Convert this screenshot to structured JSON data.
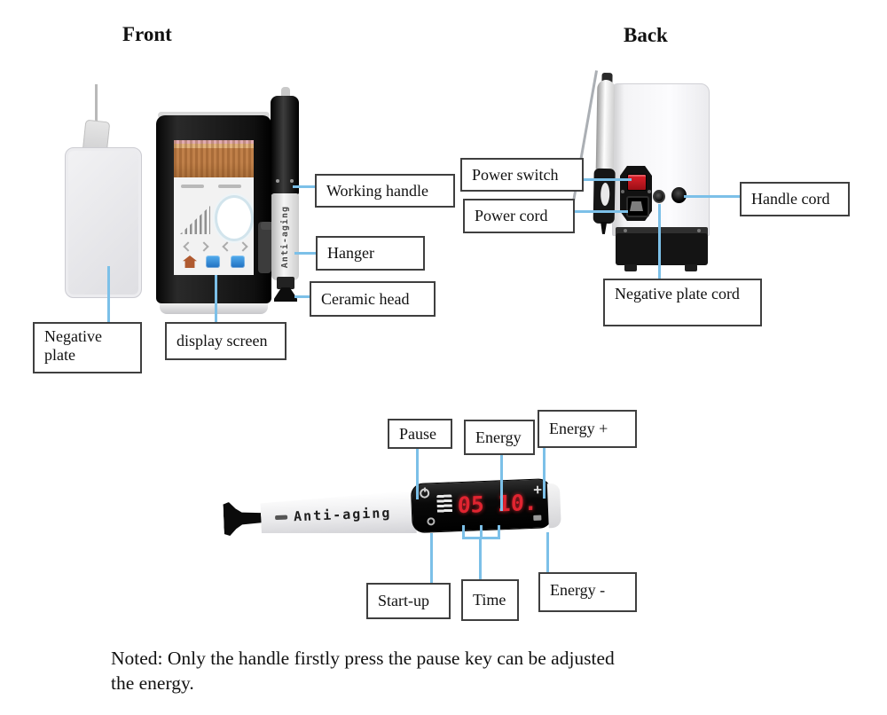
{
  "front": {
    "heading": "Front",
    "labels": {
      "working_handle": "Working handle",
      "hanger": "Hanger",
      "ceramic_head": "Ceramic head",
      "negative_plate": "Negative plate",
      "display_screen": "display screen"
    }
  },
  "back": {
    "heading": "Back",
    "labels": {
      "power_switch": "Power switch",
      "power_cord": "Power cord",
      "handle_cord": "Handle cord",
      "negative_plate_cord": "Negative plate cord"
    }
  },
  "device": {
    "brand": "Anti-aging",
    "display_value": "05 10.",
    "plus_glyph": "+"
  },
  "handle_detail": {
    "labels": {
      "pause": "Pause",
      "energy": "Energy",
      "energy_plus": "Energy +",
      "start_up": "Start-up",
      "time": "Time",
      "energy_minus": "Energy -"
    }
  },
  "note": {
    "line1": "Noted: Only the handle firstly press the pause key can be adjusted",
    "line2": "the energy."
  },
  "colors": {
    "connector_line": "#7cc0e8",
    "led_red": "#e02430",
    "box_border": "#3f3f3f"
  }
}
